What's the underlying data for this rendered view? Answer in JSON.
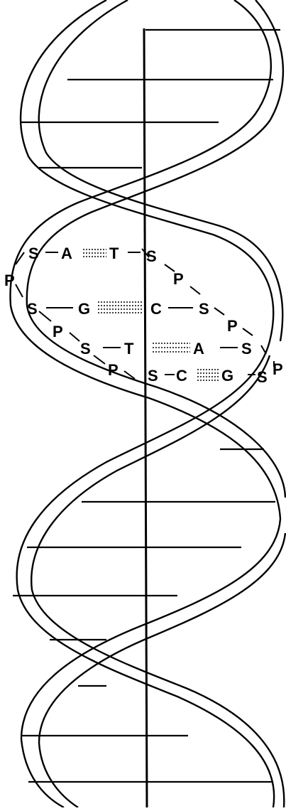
{
  "diagram": {
    "ink_color": "#000000",
    "background_color": "#ffffff",
    "labels": {
      "row1": {
        "s_left": "S",
        "a": "A",
        "t": "T",
        "s_right": "S"
      },
      "p_left": "P",
      "p_upper_right": "P",
      "row2": {
        "s_left": "S",
        "g": "G",
        "c": "C",
        "s_right": "S"
      },
      "p_row2_left": "P",
      "p_row2_right": "P",
      "row3": {
        "s_left": "S",
        "t": "T",
        "a": "A",
        "s_right": "S"
      },
      "p_row3_left": "P",
      "p_far_right": "P",
      "row4": {
        "s_left": "S",
        "c": "C",
        "g": "G",
        "s_right": "S"
      }
    }
  }
}
